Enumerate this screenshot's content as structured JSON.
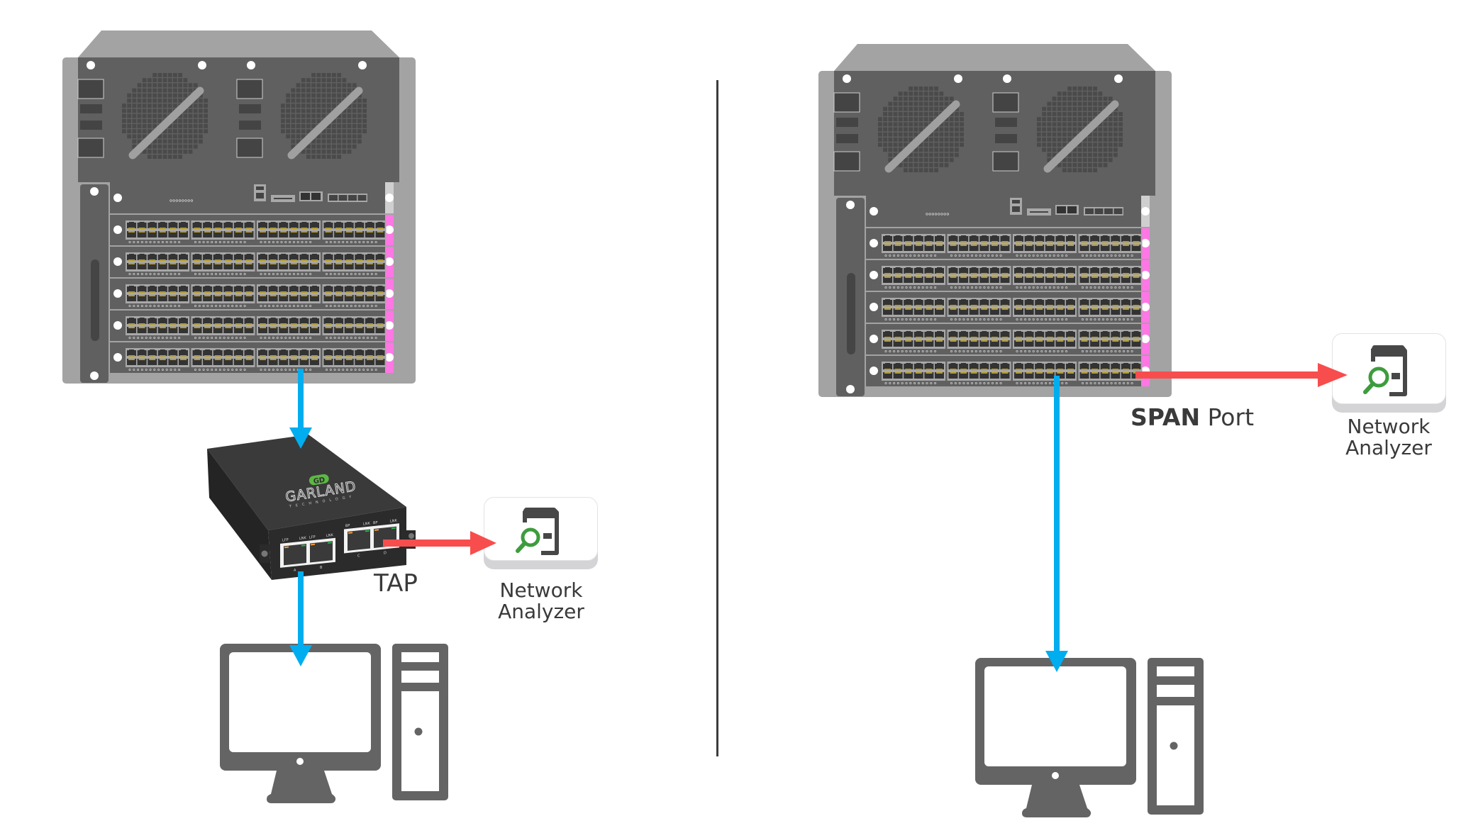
{
  "diagram": {
    "colors": {
      "chassis_light": "#a3a3a3",
      "chassis_dark": "#606060",
      "fan_grille": "#4a4a4a",
      "port_block": "#a8a8a8",
      "port_hole": "#333333",
      "port_pins": "#b59b2c",
      "module_tab": "#ff77e4",
      "traffic_arrow": "#00adef",
      "mirror_arrow": "#f84d4d",
      "computer": "#646464",
      "tap_body": "#2f2f2f",
      "analyzer_magnifier": "#3d9c3d"
    },
    "left_panel": {
      "title": "TAP",
      "switch": {
        "name": "network-switch",
        "line_cards": 5,
        "port_blocks_per_card": 4,
        "ports_per_block": 12
      },
      "tap_device": {
        "brand": "GARLAND",
        "brand_sub": "TECHNOLOGY",
        "ports": [
          {
            "id": "A",
            "led_labels": [
              "LFP",
              "LNK"
            ]
          },
          {
            "id": "B",
            "led_labels": [
              "LFP",
              "LNK"
            ]
          },
          {
            "id": "C",
            "led_labels": [
              "BP",
              "LNK"
            ]
          },
          {
            "id": "D",
            "led_labels": [
              "BP",
              "LNK"
            ]
          }
        ]
      },
      "tap_label": "TAP",
      "analyzer": {
        "line1": "Network",
        "line2": "Analyzer",
        "icon": "magnifier-on-device-icon"
      },
      "endpoint": "desktop-computer"
    },
    "right_panel": {
      "switch": {
        "name": "network-switch",
        "line_cards": 5,
        "port_blocks_per_card": 4,
        "ports_per_block": 12
      },
      "span_label_bold": "SPAN",
      "span_label_rest": " Port",
      "analyzer": {
        "line1": "Network",
        "line2": "Analyzer",
        "icon": "magnifier-on-device-icon"
      },
      "endpoint": "desktop-computer"
    }
  }
}
